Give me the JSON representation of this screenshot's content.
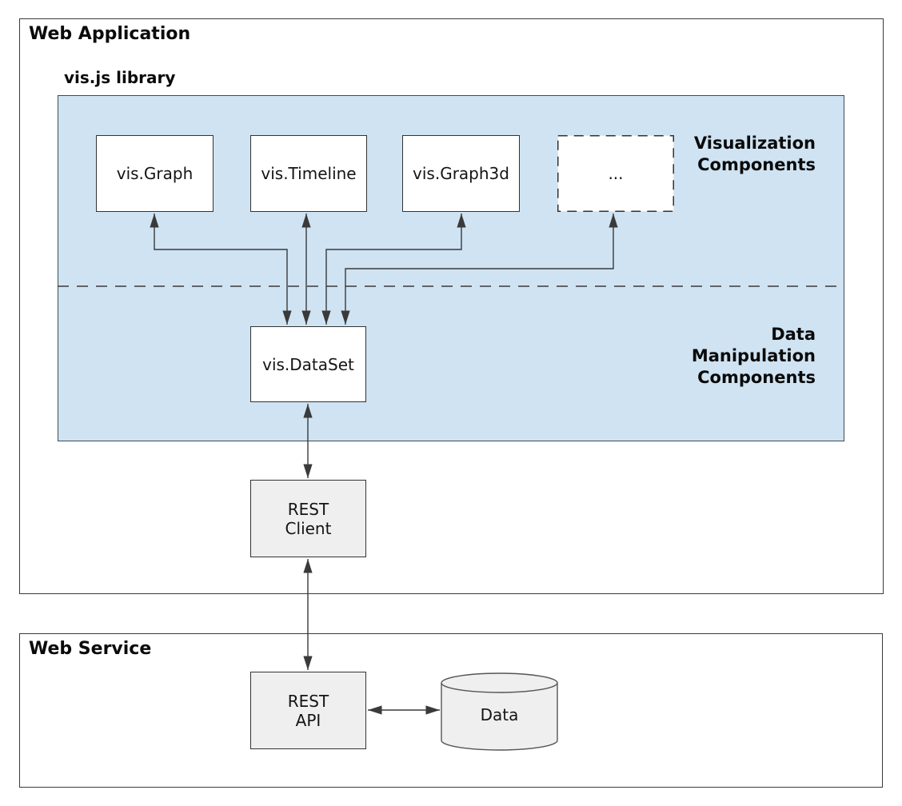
{
  "colors": {
    "panel_blue": "#cfe3f2",
    "node_gray": "#efefef",
    "node_white": "#ffffff",
    "line": "#3a3a3a"
  },
  "web_application": {
    "title": "Web Application",
    "vis_library": {
      "title": "vis.js library",
      "visualization_components_label": "Visualization\nComponents",
      "data_manipulation_label": "Data\nManipulation\nComponents",
      "nodes": {
        "graph": "vis.Graph",
        "timeline": "vis.Timeline",
        "graph3d": "vis.Graph3d",
        "more": "...",
        "dataset": "vis.DataSet"
      }
    },
    "rest_client": "REST\nClient"
  },
  "web_service": {
    "title": "Web Service",
    "rest_api": "REST\nAPI",
    "database": "Data"
  }
}
